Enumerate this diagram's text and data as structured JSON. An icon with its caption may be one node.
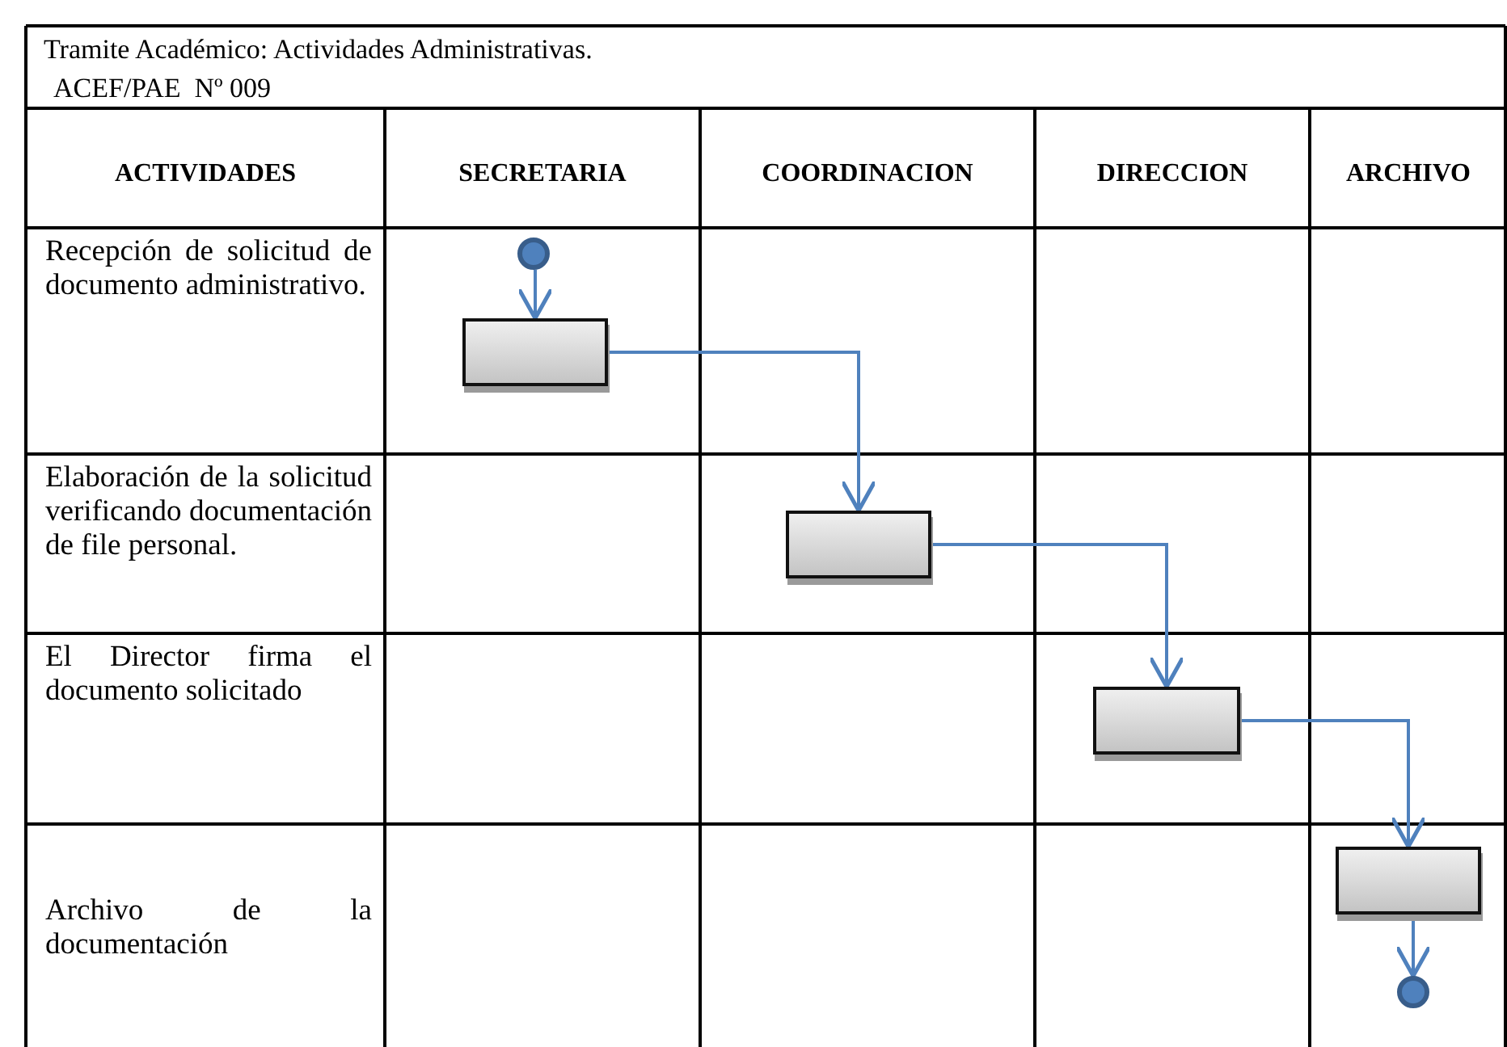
{
  "diagram": {
    "title": "Tramite Académico: Actividades Administrativas.",
    "nodes": [
      {
        "text": [],
        "shape": "circle"
      },
      {
        "text": [],
        "shape": "box"
      },
      {
        "text": [],
        "shape": "box"
      },
      {
        "text": [],
        "shape": "box"
      },
      {
        "text": [],
        "shape": "box"
      },
      {
        "text": [],
        "shape": "circle"
      }
    ],
    "edges": [
      {
        "from": 0,
        "to": 1,
        "arrow": "to"
      },
      {
        "from": 1,
        "to": 2,
        "arrow": "to"
      },
      {
        "from": 2,
        "to": 3,
        "arrow": "to"
      },
      {
        "from": 3,
        "to": 4,
        "arrow": "to"
      },
      {
        "from": 4,
        "to": 5,
        "arrow": "to"
      }
    ],
    "labels": [
      "ACEF/PAE  Nº 009",
      "ACTIVIDADES",
      "SECRETARIA",
      "COORDINACION",
      "DIRECCION",
      "ARCHIVO",
      "Recepción de solicitud de documento administrativo.",
      "Elaboración de la solicitud verificando documentación de file personal.",
      "El Director firma el documento solicitado",
      "Archivo de la documentación"
    ]
  }
}
